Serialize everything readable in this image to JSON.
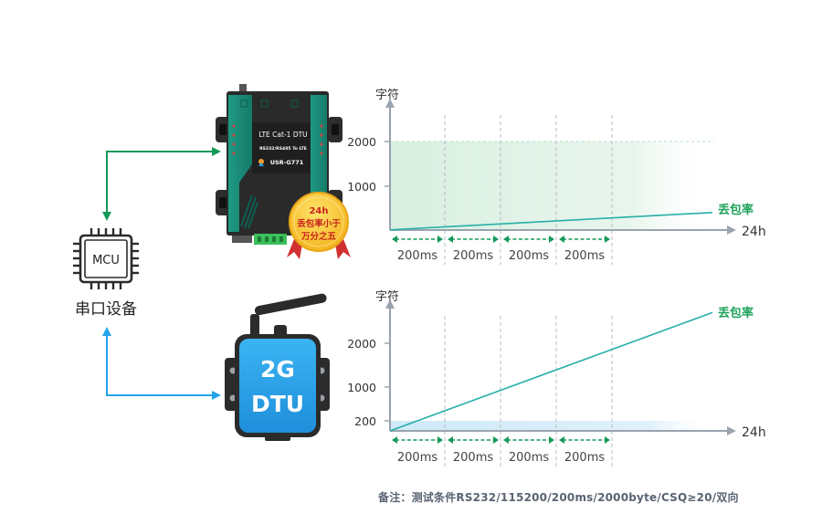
{
  "device_left": {
    "mcu_label": "MCU",
    "serial_label": "串口设备"
  },
  "dtu_top": {
    "line1": "LTE Cat-1 DTU",
    "line2": "RS232/RS485 To LTE",
    "model": "USR-G771",
    "badge": [
      "24h",
      "丢包率小于",
      "万分之五"
    ]
  },
  "dtu_bottom": {
    "line1": "2G",
    "line2": "DTU"
  },
  "charts": [
    {
      "ylabel": "字符",
      "xend_label": "24h",
      "yticks": [
        "2000",
        "1000"
      ],
      "interval_labels": [
        "200ms",
        "200ms",
        "200ms",
        "200ms"
      ],
      "series_label": "丢包率"
    },
    {
      "ylabel": "字符",
      "xend_label": "24h",
      "yticks": [
        "2000",
        "1000",
        "200"
      ],
      "interval_labels": [
        "200ms",
        "200ms",
        "200ms",
        "200ms"
      ],
      "series_label": "丢包率"
    }
  ],
  "chart_data": [
    {
      "type": "line",
      "x": [
        0,
        24
      ],
      "series": [
        {
          "name": "丢包率",
          "values": [
            5,
            400
          ]
        }
      ],
      "band": {
        "level": 2000
      },
      "yticks": [
        1000,
        2000
      ],
      "ylim": [
        0,
        2800
      ],
      "xlabel": "24h",
      "ylabel": "字符"
    },
    {
      "type": "line",
      "x": [
        0,
        24
      ],
      "series": [
        {
          "name": "丢包率",
          "values": [
            0,
            2700
          ]
        }
      ],
      "band": {
        "level": 200
      },
      "yticks": [
        200,
        1000,
        2000
      ],
      "ylim": [
        0,
        2800
      ],
      "xlabel": "24h",
      "ylabel": "字符"
    }
  ],
  "note": "备注：测试条件RS232/115200/200ms/2000byte/CSQ≥20/双向",
  "colors": {
    "teal": "#27b0a8",
    "green_arrow": "#169958",
    "blue_arrow": "#22a4e8",
    "label_green": "#1fa25a",
    "axis": "#9aa4ae"
  }
}
